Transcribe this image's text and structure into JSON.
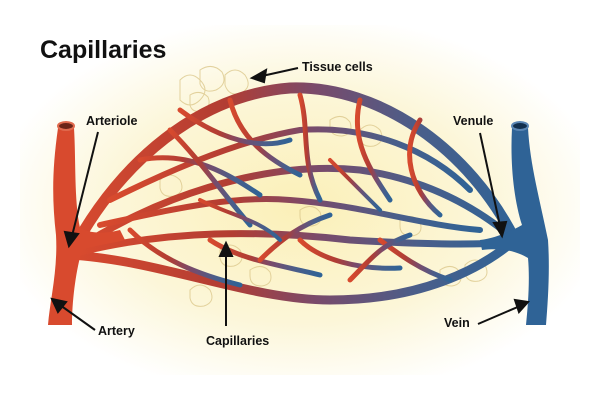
{
  "title": "Capillaries",
  "labels": {
    "tissue_cells": "Tissue cells",
    "arteriole": "Arteriole",
    "venule": "Venule",
    "artery": "Artery",
    "vein": "Vein",
    "capillaries": "Capillaries"
  },
  "colors": {
    "artery": "#d84a2e",
    "arteriole_dark": "#b33a2a",
    "mid_capillary": "#7a4a6a",
    "vein": "#2f5f8f",
    "background_glow": "#fbf3c8",
    "tissue_outline": "#d8c58a",
    "label_text": "#111111"
  }
}
